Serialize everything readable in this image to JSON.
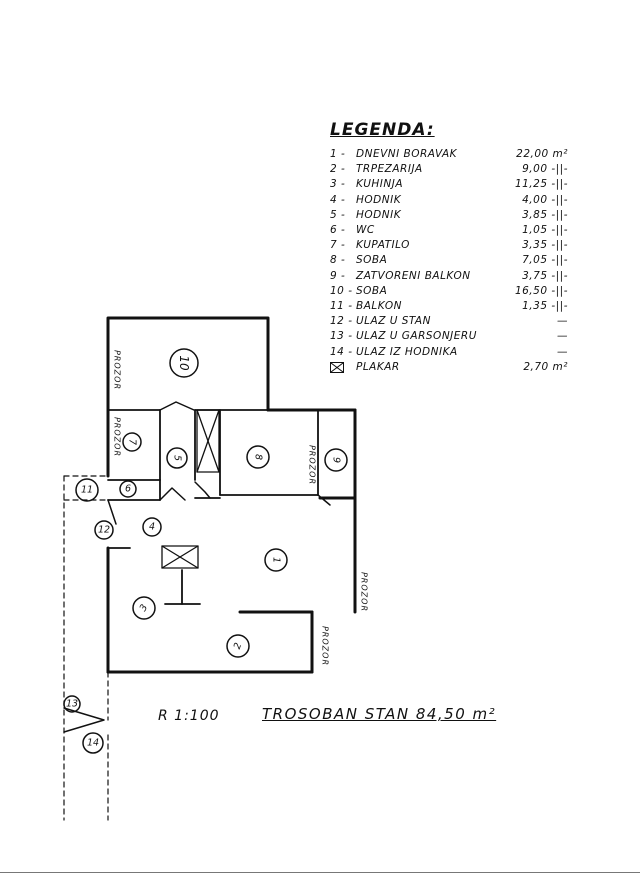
{
  "legend": {
    "title": "LEGENDA:",
    "items": [
      {
        "num": "1 -",
        "name": "DNEVNI BORAVAK",
        "area": "22,00 m²"
      },
      {
        "num": "2 -",
        "name": "TRPEZARIJA",
        "area": "9,00 -||-"
      },
      {
        "num": "3 -",
        "name": "KUHINJA",
        "area": "11,25 -||-"
      },
      {
        "num": "4 -",
        "name": "HODNIK",
        "area": "4,00 -||-"
      },
      {
        "num": "5 -",
        "name": "HODNIK",
        "area": "3,85 -||-"
      },
      {
        "num": "6 -",
        "name": "WC",
        "area": "1,05 -||-"
      },
      {
        "num": "7 -",
        "name": "KUPATILO",
        "area": "3,35 -||-"
      },
      {
        "num": "8 -",
        "name": "SOBA",
        "area": "7,05 -||-"
      },
      {
        "num": "9 -",
        "name": "ZATVORENI BALKON",
        "area": "3,75 -||-"
      },
      {
        "num": "10 -",
        "name": "SOBA",
        "area": "16,50 -||-"
      },
      {
        "num": "11 -",
        "name": "BALKON",
        "area": "1,35 -||-"
      },
      {
        "num": "12 -",
        "name": "ULAZ U STAN",
        "area": "—"
      },
      {
        "num": "13 -",
        "name": "ULAZ U GARSONJERU",
        "area": "—"
      },
      {
        "num": "14 -",
        "name": "ULAZ IZ HODNIKA",
        "area": "—"
      },
      {
        "num": "",
        "name": "PLAKAR",
        "area": "2,70 m²"
      }
    ]
  },
  "plan": {
    "rooms": [
      "1",
      "2",
      "3",
      "4",
      "5",
      "6",
      "7",
      "8",
      "9",
      "10",
      "11",
      "12",
      "13",
      "14"
    ],
    "window_label": "PROZOR"
  },
  "footer": {
    "scale": "R 1:100",
    "title": "TROSOBAN STAN  84,50 m²"
  }
}
